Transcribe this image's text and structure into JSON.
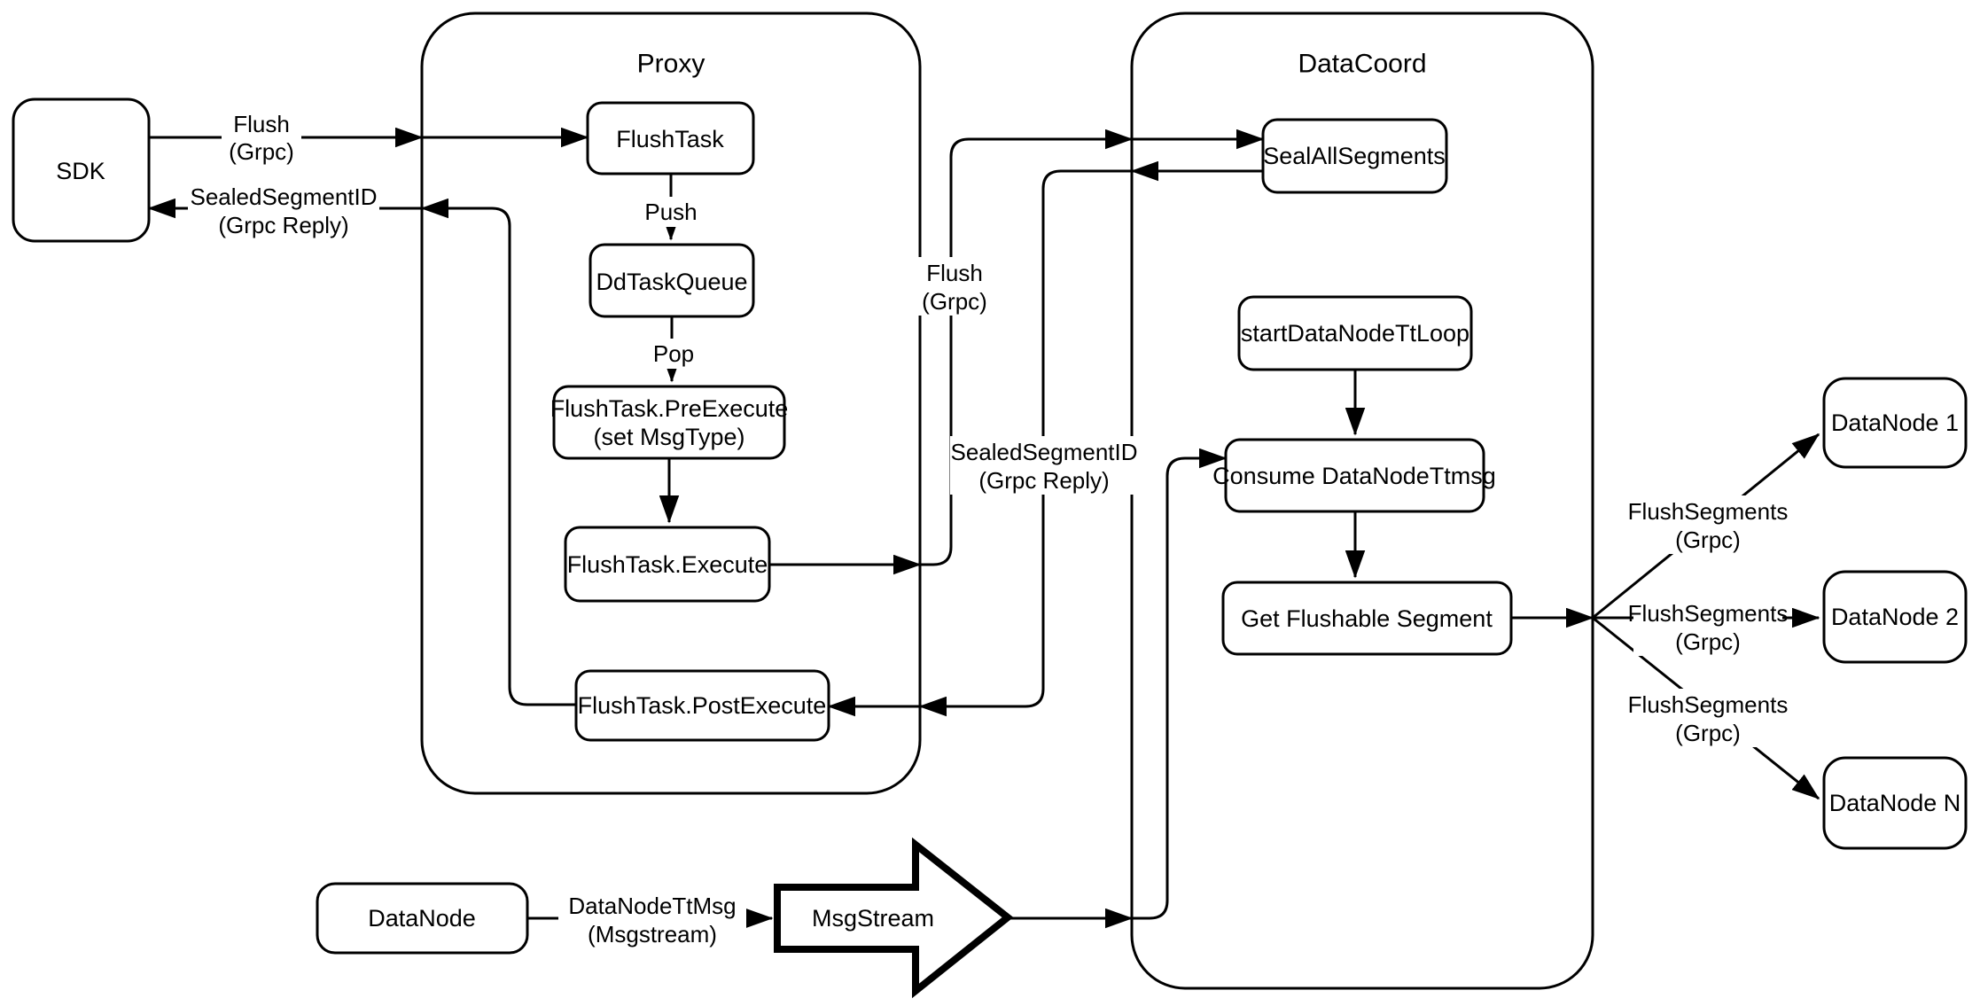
{
  "diagram": {
    "title_implied": "Flush data flow diagram",
    "background_color": "#ffffff",
    "stroke_color": "#000000",
    "node_fill_color": "#ffffff"
  },
  "containers": {
    "proxy": {
      "title": "Proxy"
    },
    "datacoord": {
      "title": "DataCoord"
    }
  },
  "nodes": {
    "sdk": {
      "label": "SDK"
    },
    "flush_task": {
      "label": "FlushTask"
    },
    "dd_task_queue": {
      "label": "DdTaskQueue"
    },
    "pre_execute": {
      "label": [
        "FlushTask.PreExecute",
        "(set MsgType)"
      ]
    },
    "execute": {
      "label": "FlushTask.Execute"
    },
    "post_execute": {
      "label": "FlushTask.PostExecute"
    },
    "seal_all_segments": {
      "label": "SealAllSegments"
    },
    "start_datanode_tt_loop": {
      "label": "startDataNodeTtLoop"
    },
    "consume_datanode_ttmsg": {
      "label": "Consume DataNodeTtmsg"
    },
    "get_flushable_segment": {
      "label": "Get Flushable Segment"
    },
    "datanode_1": {
      "label": "DataNode 1"
    },
    "datanode_2": {
      "label": "DataNode 2"
    },
    "datanode_n": {
      "label": "DataNode N"
    },
    "datanode": {
      "label": "DataNode"
    },
    "msgstream": {
      "label": "MsgStream"
    }
  },
  "edges": {
    "sdk_flush": {
      "label": [
        "Flush",
        "(Grpc)"
      ]
    },
    "sdk_reply": {
      "label": [
        "SealedSegmentID",
        "(Grpc Reply)"
      ]
    },
    "push": {
      "label": "Push"
    },
    "pop": {
      "label": "Pop"
    },
    "proxy_flush": {
      "label": [
        "Flush",
        "(Grpc)"
      ]
    },
    "proxy_reply": {
      "label": [
        "SealedSegmentID",
        "(Grpc Reply)"
      ]
    },
    "flush_segments_1": {
      "label": [
        "FlushSegments",
        "(Grpc)"
      ]
    },
    "flush_segments_2": {
      "label": [
        "FlushSegments",
        "(Grpc)"
      ]
    },
    "flush_segments_3": {
      "label": [
        "FlushSegments",
        "(Grpc)"
      ]
    },
    "datanode_ttmsg": {
      "label": [
        "DataNodeTtMsg",
        "(Msgstream)"
      ]
    }
  }
}
